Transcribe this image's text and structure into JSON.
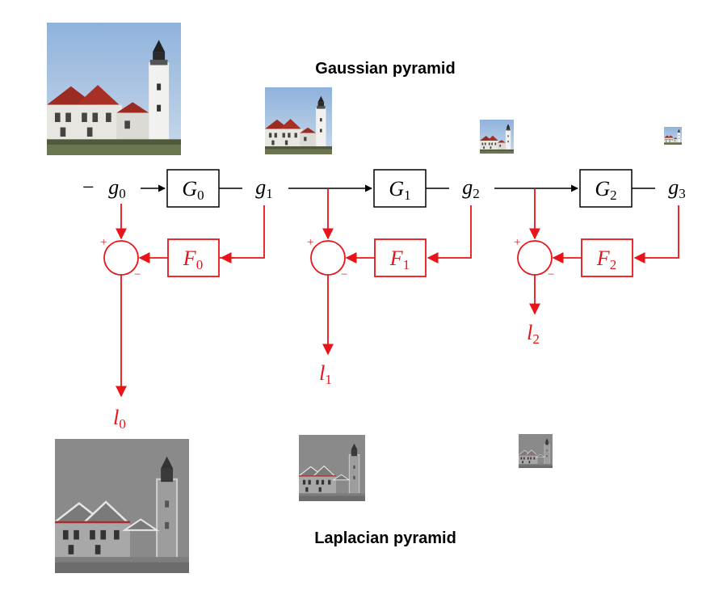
{
  "titles": {
    "gaussian": "Gaussian pyramid",
    "laplacian": "Laplacian pyramid"
  },
  "gaussian_levels": [
    {
      "signal": "g",
      "index": "0"
    },
    {
      "signal": "g",
      "index": "1"
    },
    {
      "signal": "g",
      "index": "2"
    },
    {
      "signal": "g",
      "index": "3"
    }
  ],
  "blur_blocks": [
    {
      "name": "G",
      "index": "0"
    },
    {
      "name": "G",
      "index": "1"
    },
    {
      "name": "G",
      "index": "2"
    }
  ],
  "upsample_blocks": [
    {
      "name": "F",
      "index": "0"
    },
    {
      "name": "F",
      "index": "1"
    },
    {
      "name": "F",
      "index": "2"
    }
  ],
  "laplacian_outputs": [
    {
      "name": "l",
      "index": "0"
    },
    {
      "name": "l",
      "index": "1"
    },
    {
      "name": "l",
      "index": "2"
    }
  ],
  "sum_signs": {
    "plus": "+",
    "minus": "−"
  },
  "input_dash": "−",
  "colors": {
    "flow": "#000000",
    "residual": "#e8141a",
    "sky": "#8fb7e0",
    "laplacian_gray": "#8a8a8a"
  },
  "images": [
    "lighthouse-photo",
    "lighthouse-photo",
    "lighthouse-photo",
    "lighthouse-photo",
    "lighthouse-laplacian",
    "lighthouse-laplacian",
    "lighthouse-laplacian"
  ]
}
